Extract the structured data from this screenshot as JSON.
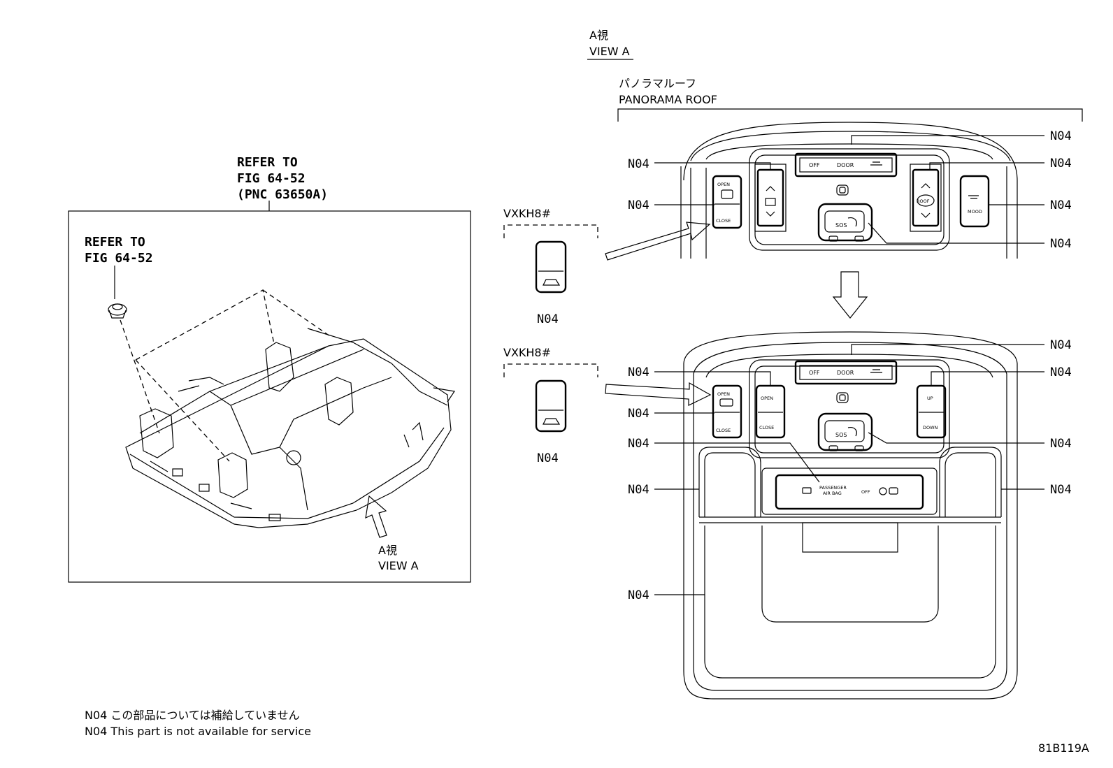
{
  "diagram": {
    "left_panel": {
      "refer_outer": [
        "REFER TO",
        "FIG 64-52",
        "(PNC 63650A)"
      ],
      "refer_inner": [
        "REFER TO",
        "FIG 64-52"
      ],
      "view_label_jp": "A視",
      "view_label_en": "VIEW A"
    },
    "view_header": {
      "jp": "A視",
      "en": "VIEW A"
    },
    "panorama": {
      "jp": "パノラマルーフ",
      "en": "PANORAMA ROOF"
    },
    "variant_label": "VXKH8#",
    "part_code": "N04",
    "switch_text": {
      "off": "OFF",
      "door": "DOOR",
      "open": "OPEN",
      "close": "CLOSE",
      "roof": "ROOF",
      "mood": "MOOD",
      "sos": "SOS",
      "up": "UP",
      "down": "DOWN",
      "passenger": "PASSENGER",
      "airbag": "AIR BAG",
      "bag_off": "OFF"
    },
    "notes": [
      "N04 この部品については補給していません",
      "N04 This part is not available for service"
    ],
    "figure_id": "81B119A"
  }
}
